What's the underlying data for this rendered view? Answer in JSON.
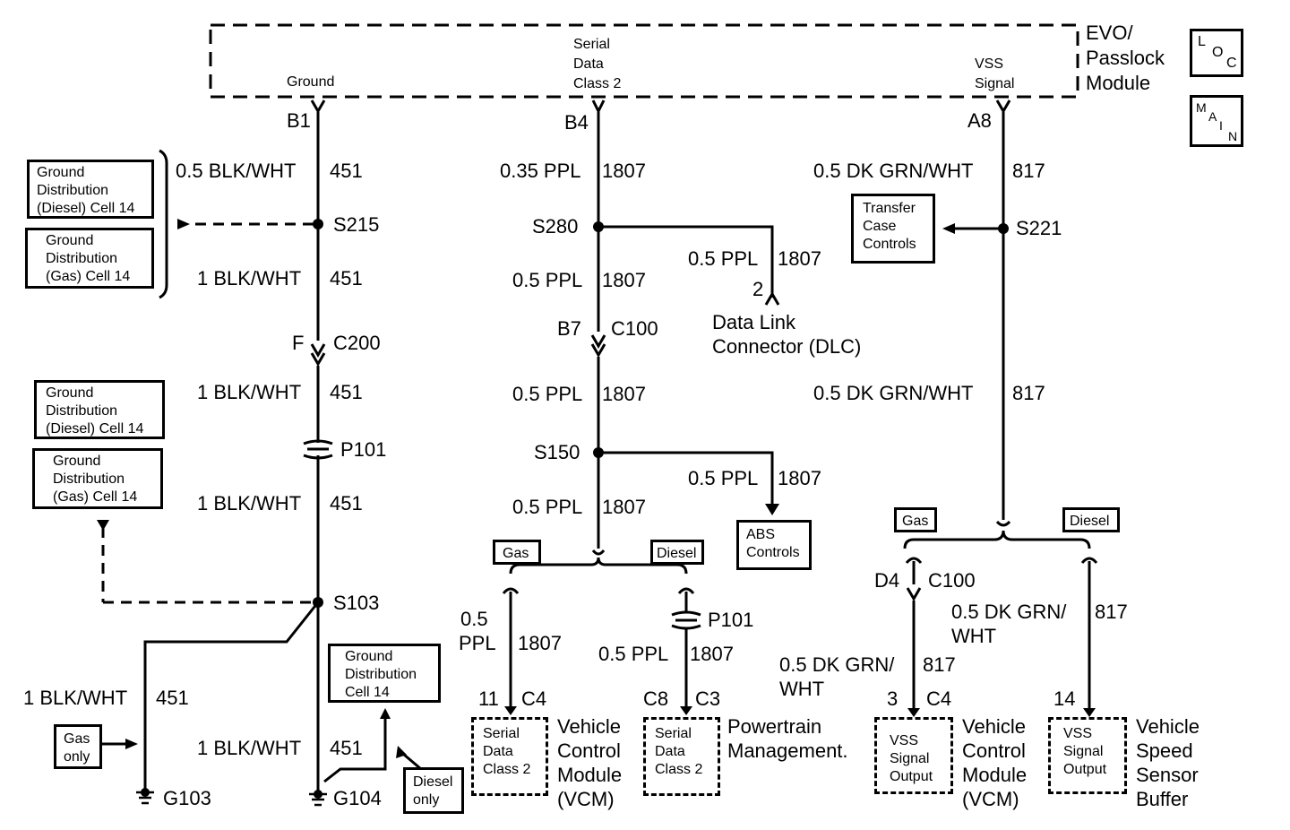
{
  "module": {
    "name_lines": [
      "EVO/",
      "Passlock",
      "Module"
    ],
    "ground_label": "Ground",
    "serial_label_lines": [
      "Serial",
      "Data",
      "Class 2"
    ],
    "vss_label_lines": [
      "VSS",
      "Signal"
    ]
  },
  "badges": {
    "loc": {
      "l1": "L",
      "l2": "O",
      "l3": "C"
    },
    "main": {
      "l1": "M",
      "l2": "A",
      "l3": "I",
      "l4": "N"
    }
  },
  "left_circuit": {
    "pin_b1": "B1",
    "wire1": {
      "size_color": "0.5 BLK/WHT",
      "circuit": "451"
    },
    "splice_s215": "S215",
    "wire2": {
      "size_color": "1 BLK/WHT",
      "circuit": "451"
    },
    "conn_f": "F",
    "conn_c200": "C200",
    "wire3": {
      "size_color": "1 BLK/WHT",
      "circuit": "451"
    },
    "p101": "P101",
    "wire4": {
      "size_color": "1 BLK/WHT",
      "circuit": "451"
    },
    "splice_s103": "S103",
    "wire5": {
      "size_color": "1 BLK/WHT",
      "circuit": "451"
    },
    "wire6": {
      "size_color": "1 BLK/WHT",
      "circuit": "451"
    },
    "g103": "G103",
    "g104": "G104",
    "gas_only": "Gas\nonly",
    "diesel_only": "Diesel\nonly"
  },
  "ref_boxes": {
    "gd_diesel_1": "Ground\nDistribution\n(Diesel) Cell 14",
    "gd_gas_1": "Ground\nDistribution\n(Gas) Cell 14",
    "gd_diesel_2": "Ground\nDistribution\n(Diesel) Cell 14",
    "gd_gas_2": "Ground\nDistribution\n(Gas) Cell 14",
    "gd_cell14": "Ground\nDistribution\nCell 14",
    "transfer_case": "Transfer\nCase\nControls",
    "abs_controls": "ABS\nControls"
  },
  "middle_circuit": {
    "pin_b4": "B4",
    "wire1": {
      "size_color": "0.35 PPL",
      "circuit": "1807"
    },
    "splice_s280": "S280",
    "dlc_wire": {
      "size_color": "0.5 PPL",
      "circuit": "1807"
    },
    "dlc_pin": "2",
    "dlc_name_lines": [
      "Data Link",
      "Connector (DLC)"
    ],
    "wire2": {
      "size_color": "0.5 PPL",
      "circuit": "1807"
    },
    "conn_b7": "B7",
    "conn_c100": "C100",
    "wire3": {
      "size_color": "0.5 PPL",
      "circuit": "1807"
    },
    "splice_s150": "S150",
    "abs_wire": {
      "size_color": "0.5 PPL",
      "circuit": "1807"
    },
    "wire4": {
      "size_color": "0.5 PPL",
      "circuit": "1807"
    },
    "gas_tag": "Gas",
    "diesel_tag": "Diesel",
    "vcm_wire": {
      "size": "0.5",
      "color": "PPL",
      "circuit": "1807"
    },
    "pcm_wire": {
      "size_color": "0.5 PPL",
      "circuit": "1807"
    },
    "p101": "P101",
    "vcm_pin": "11",
    "vcm_conn": "C4",
    "pcm_pin": "C8",
    "pcm_conn": "C3",
    "vcm_inner": "Serial\nData\nClass 2",
    "pcm_inner": "Serial\nData\nClass 2",
    "vcm_name_lines": [
      "Vehicle",
      "Control",
      "Module",
      "(VCM)"
    ],
    "pcm_name_lines": [
      "Powertrain",
      "Management."
    ]
  },
  "right_circuit": {
    "pin_a8": "A8",
    "wire1": {
      "size_color": "0.5 DK GRN/WHT",
      "circuit": "817"
    },
    "splice_s221": "S221",
    "wire2": {
      "size_color": "0.5 DK GRN/WHT",
      "circuit": "817"
    },
    "gas_tag": "Gas",
    "diesel_tag": "Diesel",
    "conn_d4": "D4",
    "conn_c100": "C100",
    "vcm_wire": {
      "size_color": "0.5 DK GRN/",
      "cont": "WHT",
      "circuit": "817"
    },
    "buf_wire": {
      "size_color": "0.5 DK GRN/",
      "cont": "WHT",
      "circuit": "817"
    },
    "vcm_pin": "3",
    "vcm_conn": "C4",
    "buf_pin": "14",
    "vcm_inner": "VSS\nSignal\nOutput",
    "buf_inner": "VSS\nSignal\nOutput",
    "vcm_name_lines": [
      "Vehicle",
      "Control",
      "Module",
      "(VCM)"
    ],
    "buf_name_lines": [
      "Vehicle",
      "Speed",
      "Sensor",
      "Buffer"
    ]
  }
}
